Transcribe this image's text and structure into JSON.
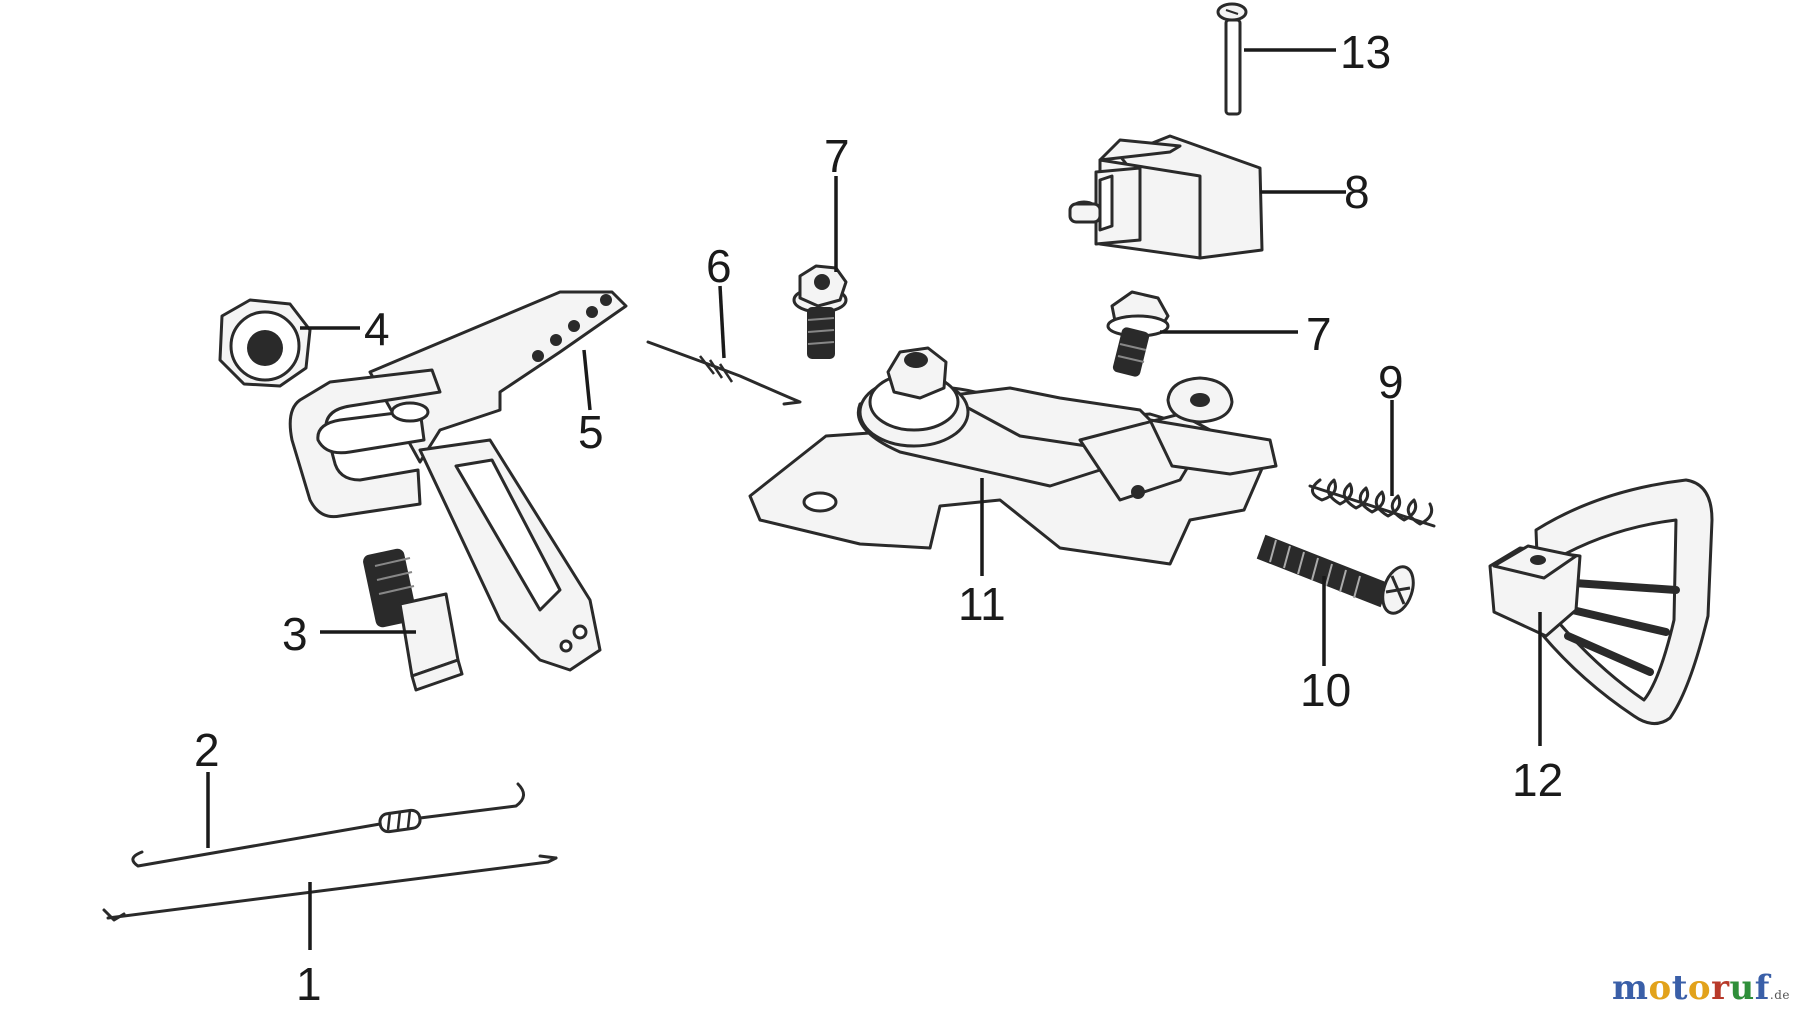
{
  "callouts": {
    "c1": "1",
    "c2": "2",
    "c3": "3",
    "c4": "4",
    "c5": "5",
    "c6": "6",
    "c7a": "7",
    "c7b": "7",
    "c8": "8",
    "c9": "9",
    "c10": "10",
    "c11": "11",
    "c12": "12",
    "c13": "13"
  },
  "watermark": {
    "text": "motoruf",
    "suffix": ".de",
    "letter_colors": [
      "#3a5fa8",
      "#e2a21b",
      "#3a5fa8",
      "#e2a21b",
      "#b83a2a",
      "#2f8f3a",
      "#3a5fa8"
    ]
  }
}
